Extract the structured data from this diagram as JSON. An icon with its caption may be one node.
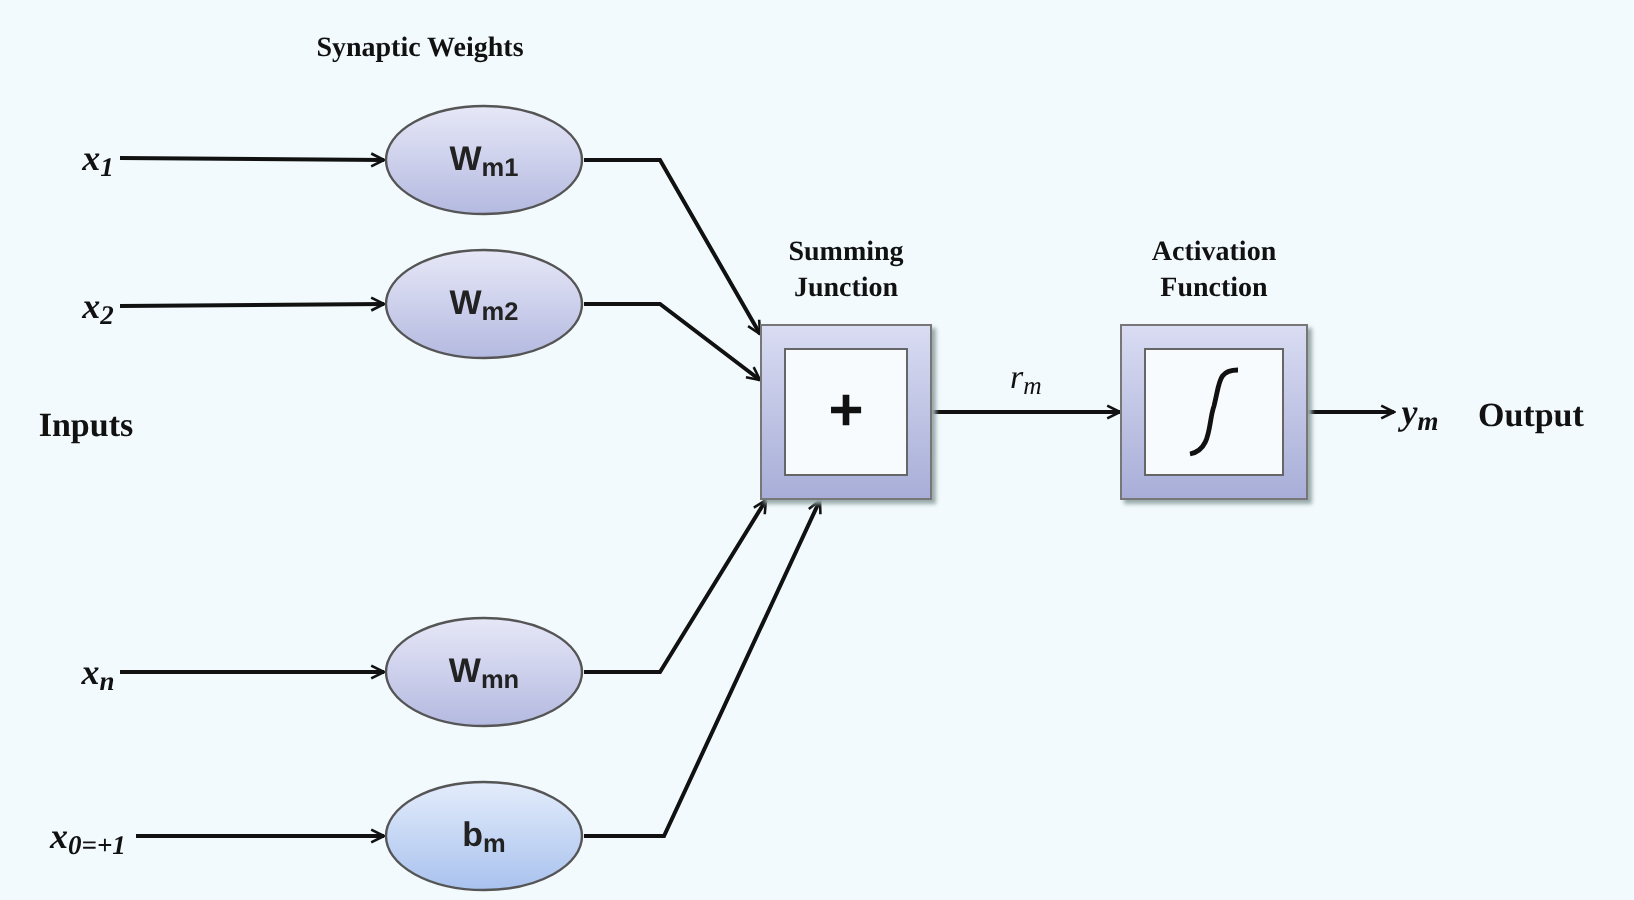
{
  "diagram": {
    "nodes": [
      {
        "text": [
          "x$_{1}$"
        ]
      },
      {
        "text": [
          "x$_{2}$"
        ]
      },
      {
        "text": [
          "x$_{n}$"
        ]
      },
      {
        "text": [
          "x$_{0=+1}$"
        ]
      },
      {
        "text": [
          "W$_{m1}$"
        ]
      },
      {
        "text": [
          "W$_{m2}$"
        ]
      },
      {
        "text": [
          "W$_{mn}$"
        ]
      },
      {
        "text": [
          "b$_{m}$"
        ]
      },
      {
        "text": [
          "Summing Junction",
          "+"
        ]
      },
      {
        "text": [
          "Activation Function"
        ]
      },
      {
        "text": [
          "y$_{m}$"
        ],
        "beside": [
          "Output"
        ]
      }
    ],
    "edges": [
      {
        "from": 0,
        "to": 4,
        "arrow": "to"
      },
      {
        "from": 1,
        "to": 5,
        "arrow": "to"
      },
      {
        "from": 2,
        "to": 6,
        "arrow": "to"
      },
      {
        "from": 3,
        "to": 7,
        "arrow": "to"
      },
      {
        "from": 4,
        "to": 8,
        "arrow": "to"
      },
      {
        "from": 5,
        "to": 8,
        "arrow": "to"
      },
      {
        "from": 6,
        "to": 8,
        "arrow": "to"
      },
      {
        "from": 7,
        "to": 8,
        "arrow": "to"
      },
      {
        "from": 8,
        "to": 9,
        "arrow": "to",
        "label": "r$_{m}$"
      },
      {
        "from": 9,
        "to": 10,
        "arrow": "to"
      }
    ],
    "labels": [
      "Synaptic Weights",
      "Inputs"
    ]
  }
}
